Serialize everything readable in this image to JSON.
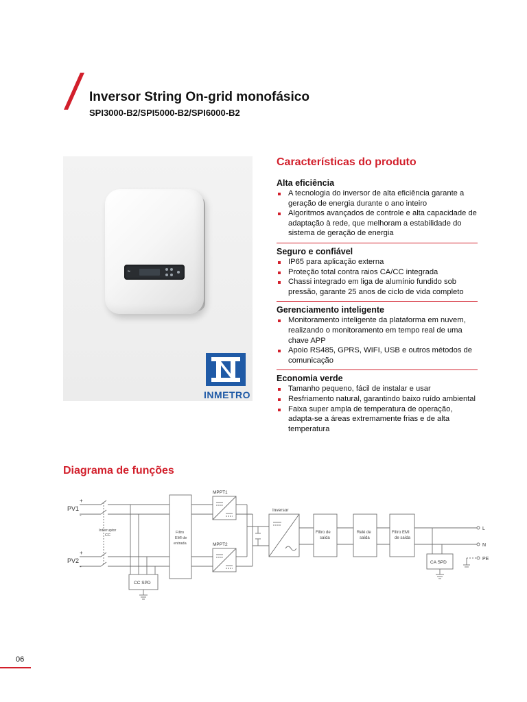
{
  "header": {
    "title": "Inversor String On-grid monofásico",
    "models": "SPI3000-B2/SPI5000-B2/SPI6000-B2"
  },
  "certification": {
    "label": "INMETRO"
  },
  "features": {
    "heading": "Características do produto",
    "groups": [
      {
        "title": "Alta eficiência",
        "items": [
          "A tecnologia do inversor de alta eficiência garante a geração de energia durante o ano inteiro",
          "Algoritmos avançados de controle e alta capacidade de adaptação à rede, que melhoram a estabilidade do sistema de geração de energia"
        ]
      },
      {
        "title": "Seguro e confiável",
        "items": [
          "IP65 para aplicação externa",
          "Proteção total contra raios CA/CC integrada",
          "Chassi integrado em liga de alumínio fundido sob pressão, garante 25 anos de ciclo de vida completo"
        ]
      },
      {
        "title": "Gerenciamento inteligente",
        "items": [
          "Monitoramento inteligente da plataforma em nuvem, realizando o monitoramento em tempo real de uma chave APP",
          "Apoio RS485, GPRS, WIFI, USB e outros métodos de comunicação"
        ]
      },
      {
        "title": "Economia verde",
        "items": [
          "Tamanho pequeno, fácil de instalar e usar",
          "Resfriamento natural, garantindo baixo ruído ambiental",
          "Faixa super ampla de temperatura de operação, adapta-se a áreas extremamente frias e de alta temperatura"
        ]
      }
    ]
  },
  "diagram": {
    "heading": "Diagrama de funções",
    "labels": {
      "pv1": "PV1",
      "pv2": "PV2",
      "plus": "+",
      "minus": "-",
      "switch_line1": "Interruptor",
      "switch_line2": "CC",
      "emi_in_line1": "Filtro",
      "emi_in_line2": "EMI de",
      "emi_in_line3": "entrada",
      "mppt1": "MPPT1",
      "mppt2": "MPPT2",
      "inverter": "Inversor",
      "out_filter_line1": "Filtro de",
      "out_filter_line2": "saída",
      "relay_line1": "Relé de",
      "relay_line2": "saída",
      "emi_out_line1": "Filtro EMI",
      "emi_out_line2": "de saída",
      "cc_spd": "CC SPD",
      "ca_spd": "CA SPD",
      "l": "L",
      "n": "N",
      "pe": "PE"
    }
  },
  "footer": {
    "page": "06"
  },
  "colors": {
    "accent": "#d21f2b",
    "inmetro_blue": "#1f5aa6",
    "diagram_line": "#6f6f6f"
  }
}
